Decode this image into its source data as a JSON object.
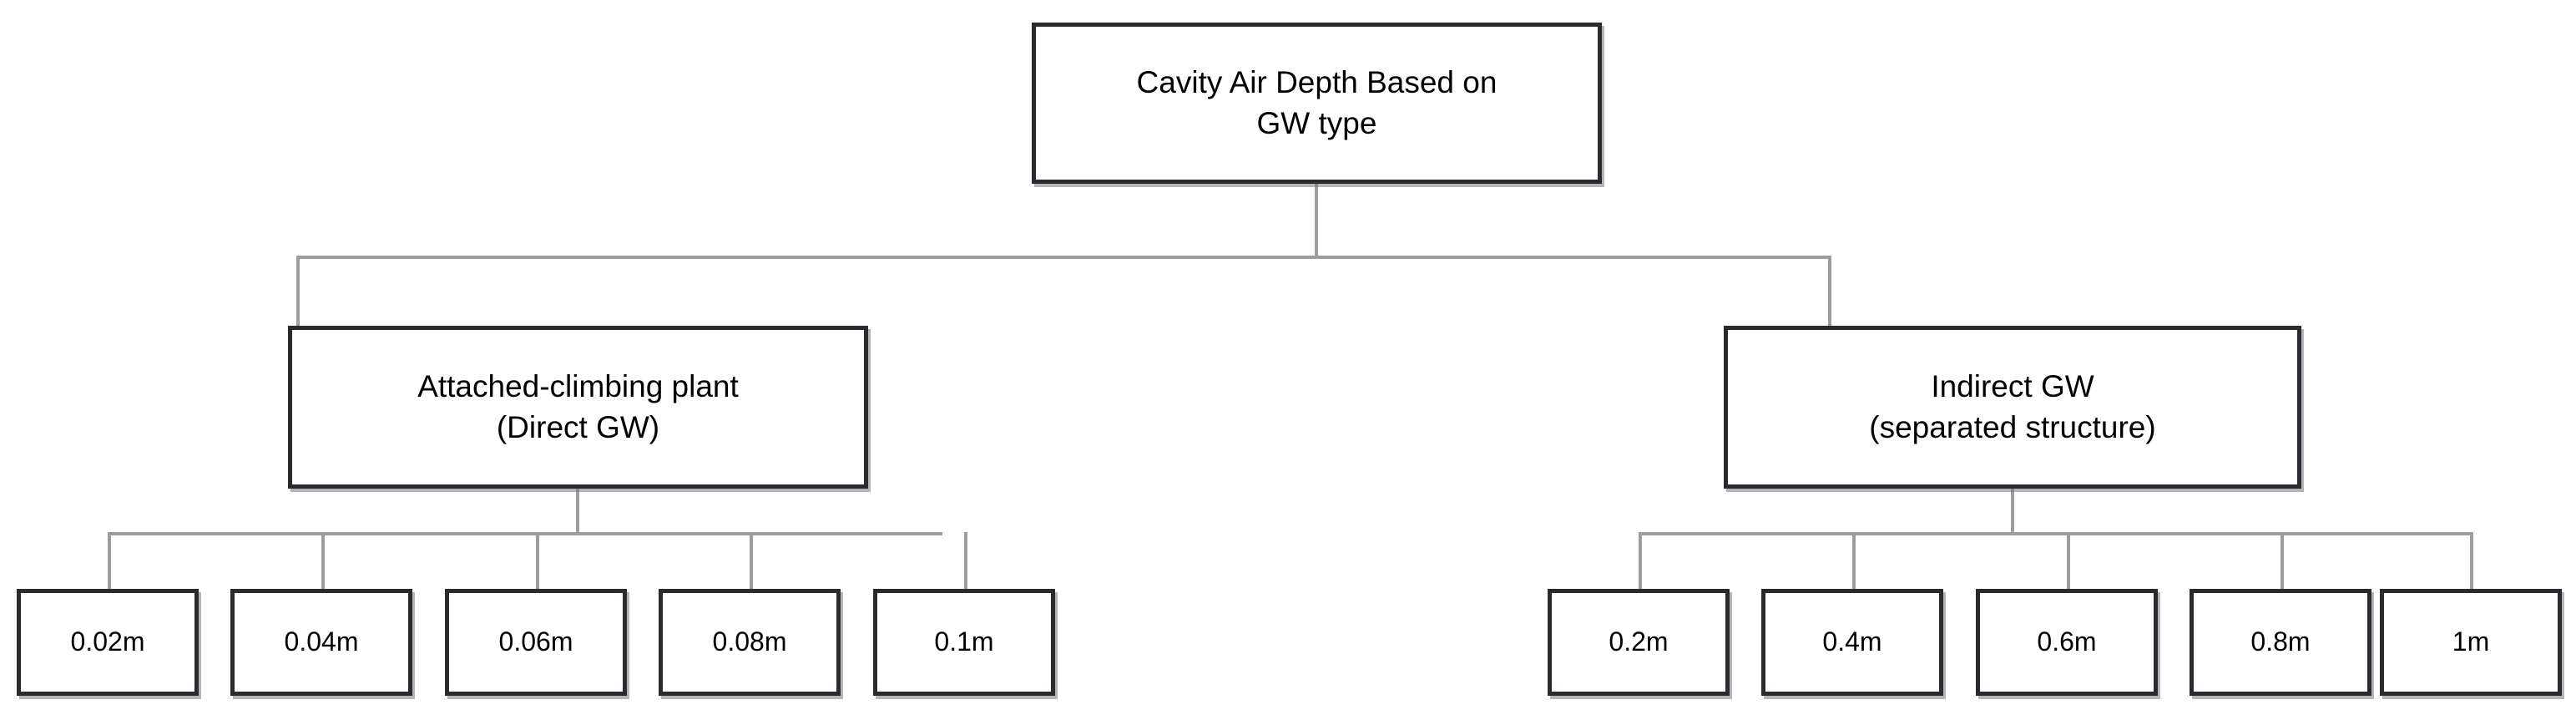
{
  "diagram": {
    "title": "Cavity Air Depth Based on GW type",
    "colors": {
      "node_border": "#2b2b2f",
      "node_fill": "#ffffff",
      "connector": "#9d9d9d",
      "text": "#000000",
      "background": "#ffffff"
    },
    "root": {
      "id": "root",
      "label": "Cavity Air Depth Based on\nGW type"
    },
    "branches": [
      {
        "id": "branch-direct-gw",
        "label": "Attached-climbing plant\n(Direct GW)",
        "leaves": [
          {
            "id": "leaf-0-02m",
            "label": "0.02m"
          },
          {
            "id": "leaf-0-04m",
            "label": "0.04m"
          },
          {
            "id": "leaf-0-06m",
            "label": "0.06m"
          },
          {
            "id": "leaf-0-08m",
            "label": "0.08m"
          },
          {
            "id": "leaf-0-1m",
            "label": "0.1m"
          }
        ]
      },
      {
        "id": "branch-indirect-gw",
        "label": "Indirect GW\n(separated structure)",
        "leaves": [
          {
            "id": "leaf-0-2m",
            "label": "0.2m"
          },
          {
            "id": "leaf-0-4m",
            "label": "0.4m"
          },
          {
            "id": "leaf-0-6m",
            "label": "0.6m"
          },
          {
            "id": "leaf-0-8m",
            "label": "0.8m"
          },
          {
            "id": "leaf-1m",
            "label": "1m"
          }
        ]
      }
    ]
  }
}
